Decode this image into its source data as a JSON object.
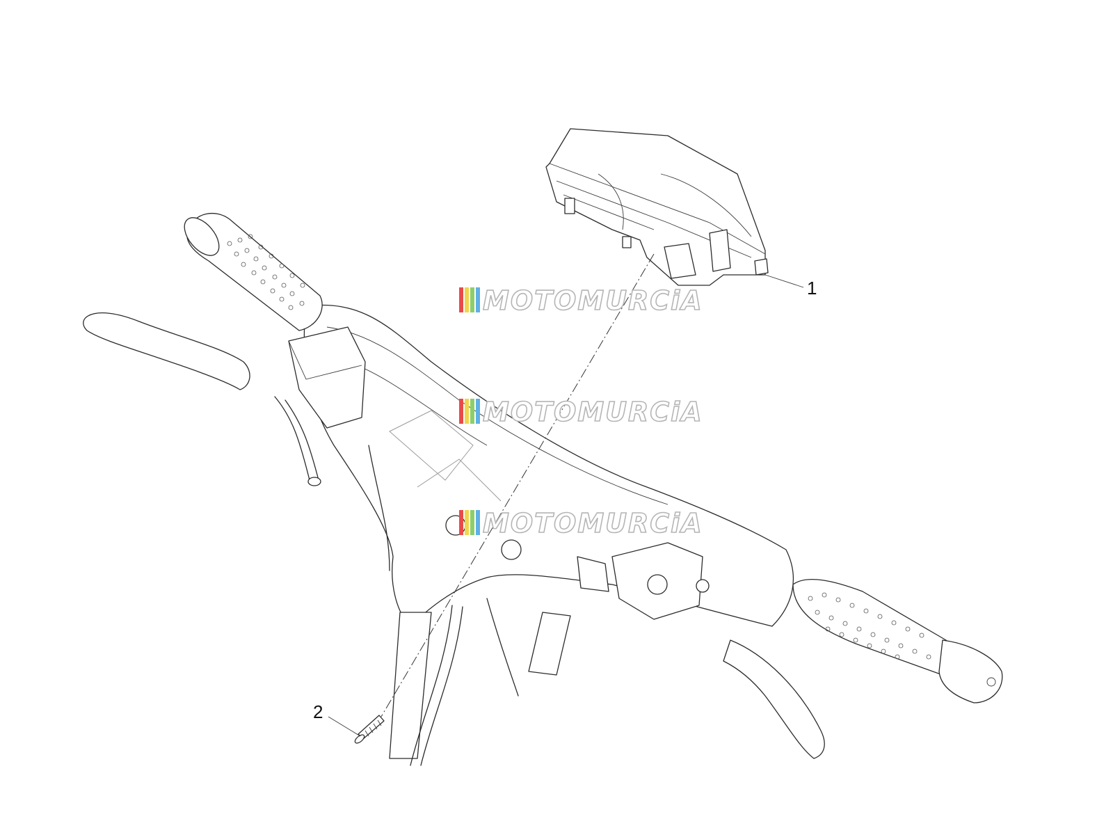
{
  "diagram": {
    "callouts": [
      {
        "id": "1",
        "label": "1"
      },
      {
        "id": "2",
        "label": "2"
      }
    ]
  },
  "watermark": {
    "text": "MOTOMURCiA",
    "stripe_colors": [
      "#e94b4b",
      "#f2d64b",
      "#8ccf6a",
      "#5fb0e6"
    ],
    "stroke_color": "#b5b5b5"
  },
  "colors": {
    "line": "#2b2b2b",
    "background": "#ffffff"
  }
}
